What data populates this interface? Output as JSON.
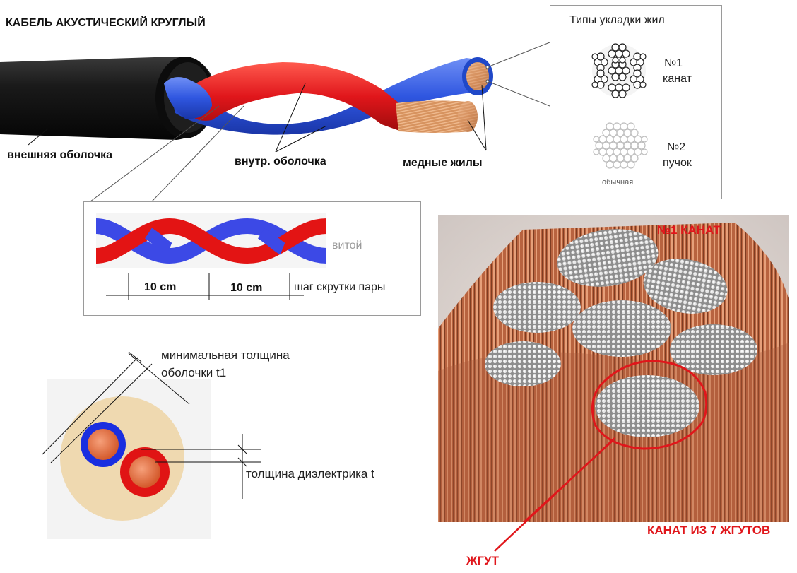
{
  "title": "КАБЕЛЬ АКУСТИЧЕСКИЙ КРУГЛЫЙ",
  "labels": {
    "outer_sheath": "внешняя оболочка",
    "inner_sheath": "внутр. оболочка",
    "copper_cores": "медные жилы"
  },
  "lay_types": {
    "title": "Типы укладки жил",
    "type1_number": "№1",
    "type1_name": "канат",
    "type2_number": "№2",
    "type2_name": "пучок",
    "type2_caption": "обычная"
  },
  "twist": {
    "label": "витой",
    "pitch1": "10 cm",
    "pitch2": "10 cm",
    "pitch_label": "шаг скрутки пары"
  },
  "cross_section": {
    "min_thickness_line1": "минимальная толщина",
    "min_thickness_line2": "оболочки  t1",
    "dielectric_thickness": "толщина диэлектрика  t"
  },
  "photo": {
    "rope_title": "№1 КАНАТ",
    "rope_caption": "КАНАТ ИЗ 7 ЖГУТОВ",
    "bundle_label": "ЖГУТ"
  },
  "colors": {
    "red": "#e0161b",
    "blue": "#2f56e0",
    "copper": "#c87a4a",
    "sheath_black": "#141414",
    "beige": "#efd9b0"
  }
}
